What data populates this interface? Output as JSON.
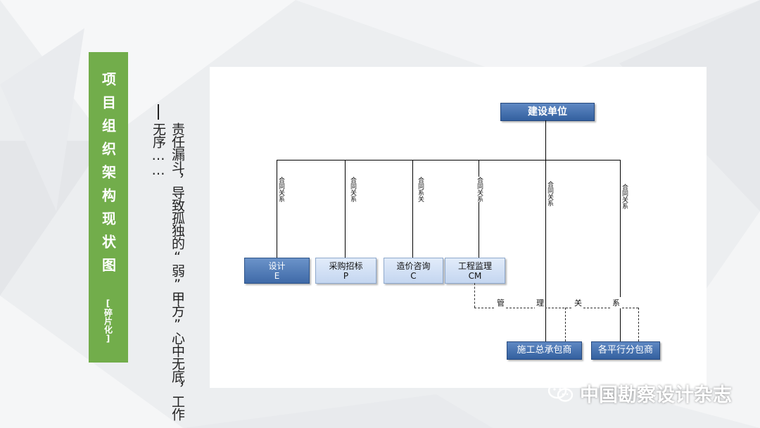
{
  "sidebar": {
    "title": "项目组织架构现状图",
    "subtitle": "[碎片化]"
  },
  "slogan": "责任漏斗，导致孤独的“弱”甲方”心中无底，工作无序……",
  "chart": {
    "top_node": "建设单位",
    "nodes": [
      {
        "line1": "设计",
        "line2": "E",
        "label": "合同关系"
      },
      {
        "line1": "采购招标",
        "line2": "P",
        "label": "合同关系"
      },
      {
        "line1": "造价咨询",
        "line2": "C",
        "label": "合同系关"
      },
      {
        "line1": "工程监理",
        "line2": "CM",
        "label": "合同关系"
      }
    ],
    "contract_label_general": "合同关系",
    "contract_label_sub": "合同关系",
    "management_label": [
      "管",
      "理",
      "关",
      "系"
    ],
    "general_contractor": "施工总承包商",
    "sub_contractor": "各平行分包商"
  },
  "watermark": {
    "text": "中国勘察设计杂志",
    "icon": "wechat-icon"
  },
  "colors": {
    "green": "#72ad4b",
    "box_dark": "#3f6aa8",
    "box_light": "#c4d6f0"
  }
}
